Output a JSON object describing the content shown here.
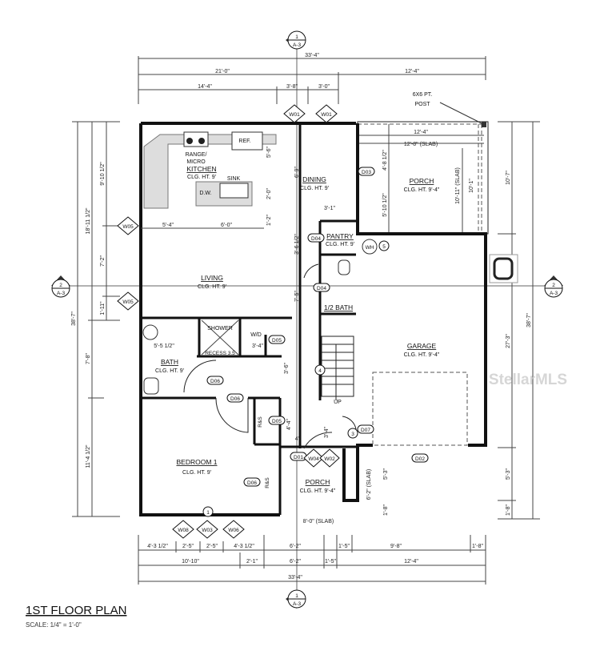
{
  "title": "1ST FLOOR PLAN",
  "scale": "SCALE: 1/4\" = 1'-0\"",
  "watermark": "StellarMLS",
  "section_markers": {
    "top": {
      "num": "1",
      "sheet": "A-3"
    },
    "bottom": {
      "num": "1",
      "sheet": "A-3"
    },
    "left": {
      "num": "2",
      "sheet": "A-3"
    },
    "right": {
      "num": "2",
      "sheet": "A-3"
    }
  },
  "rooms": {
    "kitchen": {
      "name": "KITCHEN",
      "clg": "CLG. HT. 9'"
    },
    "dining": {
      "name": "DINING",
      "clg": "CLG. HT. 9'"
    },
    "living": {
      "name": "LIVING",
      "clg": "CLG. HT. 9'"
    },
    "pantry": {
      "name": "PANTRY",
      "clg": "CLG. HT. 9'"
    },
    "half_bath": {
      "name": "1/2 BATH"
    },
    "bath": {
      "name": "BATH",
      "clg": "CLG. HT. 9'"
    },
    "bedroom": {
      "name": "BEDROOM 1",
      "clg": "CLG. HT. 9'"
    },
    "porch_rear": {
      "name": "PORCH",
      "clg": "CLG. HT. 9'-4\""
    },
    "porch_front": {
      "name": "PORCH",
      "clg": "CLG. HT. 9'-4\""
    },
    "garage": {
      "name": "GARAGE",
      "clg": "CLG. HT. 9'-4\""
    }
  },
  "fixtures": {
    "range": "RANGE/",
    "micro": "MICRO",
    "ref": "REF.",
    "sink": "SINK",
    "dw": "D.W.",
    "shower": "SHOWER",
    "recess": "RECESS 3.5",
    "wd": "W/D",
    "wh": "WH",
    "up": "UP",
    "rs1": "R&S",
    "rs2": "R&S",
    "post_note_1": "6X6 PT.",
    "post_note_2": "POST"
  },
  "doors": [
    "D01",
    "D02",
    "D03",
    "D04",
    "D04",
    "D05",
    "D05",
    "D06",
    "D06",
    "D06",
    "D07"
  ],
  "windows": [
    "W01",
    "W01",
    "W05",
    "W05",
    "W08",
    "W03",
    "W06",
    "W04",
    "W02"
  ],
  "keynotes": [
    "1",
    "3",
    "4",
    "5"
  ],
  "dims": {
    "top": [
      "33'-4\"",
      "21'-0\"",
      "12'-4\"",
      "14'-4\"",
      "3'-8\"",
      "3'-0\""
    ],
    "porch_top": [
      "12'-4\"",
      "12'-8\" (SLAB)",
      "4'-8 1/2\"",
      "5'-10 1/2\"",
      "10'-11\" (SLAB)",
      "10'-1\""
    ],
    "bottom_row1": [
      "4'-3 1/2\"",
      "2'-5\"",
      "2'-5\"",
      "4'-3 1/2\"",
      "6'-2\"",
      "1'-5\"",
      "9'-8\"",
      "1'-8\""
    ],
    "bottom_row2": [
      "10'-10\"",
      "2'-1\"",
      "6'-2\"",
      "1'-5\"",
      "12'-4\""
    ],
    "bottom_total": "33'-4\"",
    "left_total": "38'-7\"",
    "left_row2": [
      "18'-11 1/2\"",
      "7'-8\"",
      "11'-4 1/2\""
    ],
    "left_row3": [
      "9'-10 1/2\"",
      "7'-2\"",
      "1'-11\""
    ],
    "right_row1": [
      "10'-7\"",
      "27'-3\"",
      "5'-3\"",
      "1'-8\""
    ],
    "right_total": "38'-7\"",
    "interior": [
      "5'-4\"",
      "6'-0\"",
      "5'-6\"",
      "2'-0\"",
      "1'-2\"",
      "3'-1\"",
      "6'-9\"",
      "3'-6 1/2\"",
      "7'-5\"",
      "3'-6\"",
      "4'-4\"",
      "3'-4\"",
      "5'-5 1/2\"",
      "3'-4\"",
      "8'-0\" (SLAB)",
      "6'-2\" (SLAB)",
      "5'-3\"",
      "1'-8\"",
      "4\""
    ]
  }
}
